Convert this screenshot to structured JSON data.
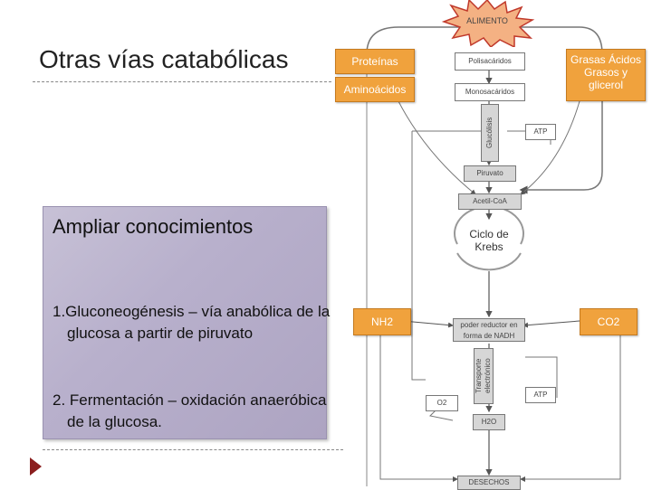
{
  "slide": {
    "title": "Otras vías catabólicas"
  },
  "info": {
    "heading": "Ampliar conocimientos",
    "item1": "1.Gluconeogénesis – vía anabólica de la glucosa a partir de piruvato",
    "item2": "2. Fermentación – oxidación anaeróbica de la glucosa."
  },
  "diagram": {
    "alimento": "ALIMENTO",
    "proteinas": "Proteínas",
    "aminoacidos": "Aminoácidos",
    "grasas": "Grasas Ácidos Grasos y glicerol",
    "nh2": "NH2",
    "co2": "CO2",
    "polisacaridos": "Polisacáridos",
    "monosacaridos": "Monosacáridos",
    "glucolisis": "Glucólisis",
    "atp1": "ATP",
    "piruvato": "Piruvato",
    "acetil": "Acetil-CoA",
    "krebs": "Ciclo de Krebs",
    "poder": "poder reductor en forma de NADH",
    "transporte": "Transporte electrónico",
    "o2": "O2",
    "atp2": "ATP",
    "h2o": "H2O",
    "desechos": "DESECHOS"
  }
}
